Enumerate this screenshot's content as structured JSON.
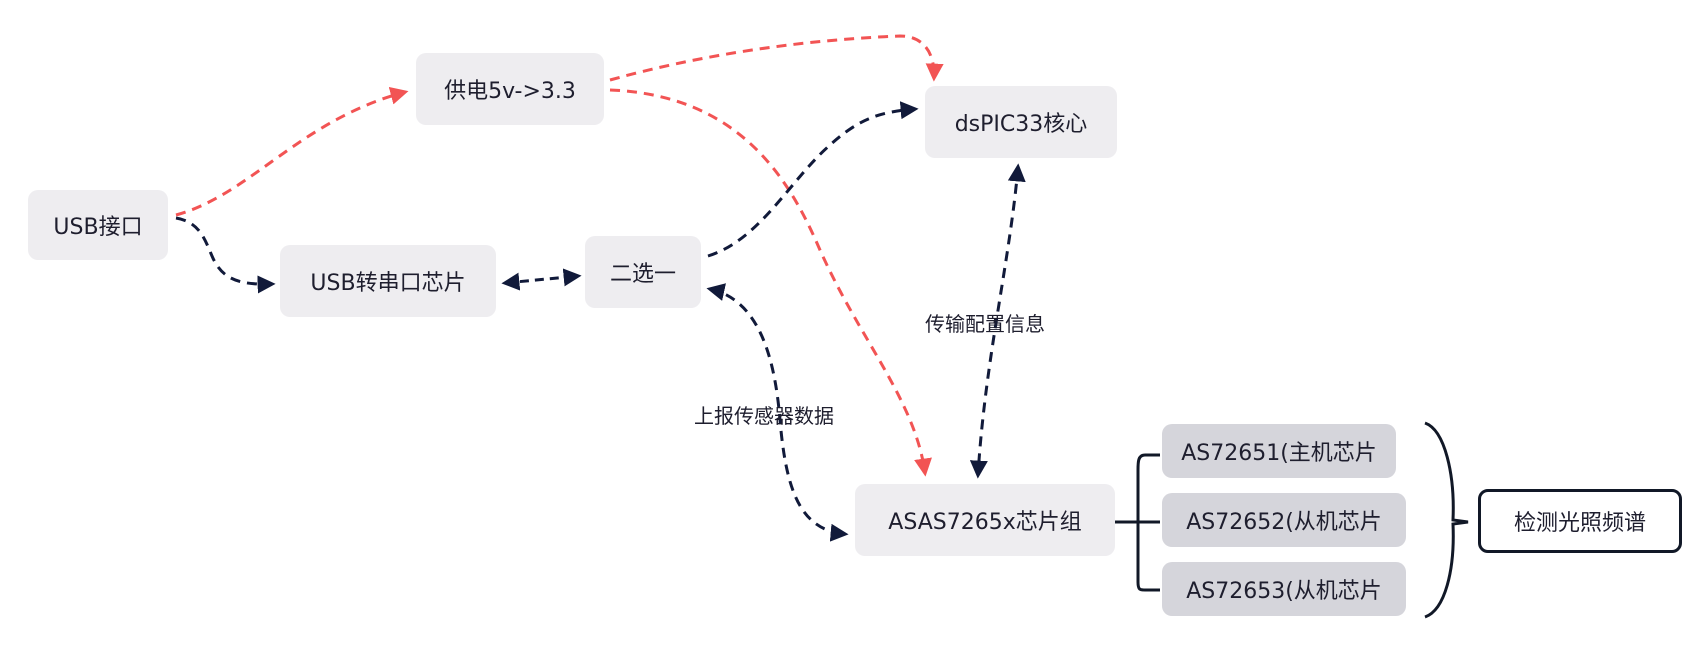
{
  "nodes": {
    "usb_port": "USB接口",
    "power": "供电5v->3.3",
    "usb_serial": "USB转串口芯片",
    "selector": "二选一",
    "dspic": "dsPIC33核心",
    "as_group": "ASAS7265x芯片组",
    "as72651": "AS72651(主机芯片",
    "as72652": "AS72652(从机芯片",
    "as72653": "AS72653(从机芯片",
    "spectrum": "检测光照频谱"
  },
  "labels": {
    "config": "传输配置信息",
    "report": "上报传感器数据"
  },
  "colors": {
    "power_edge": "#f25454",
    "data_edge": "#111a3a",
    "node_fill": "#eeedf0",
    "chip_fill": "#d5d5db"
  }
}
